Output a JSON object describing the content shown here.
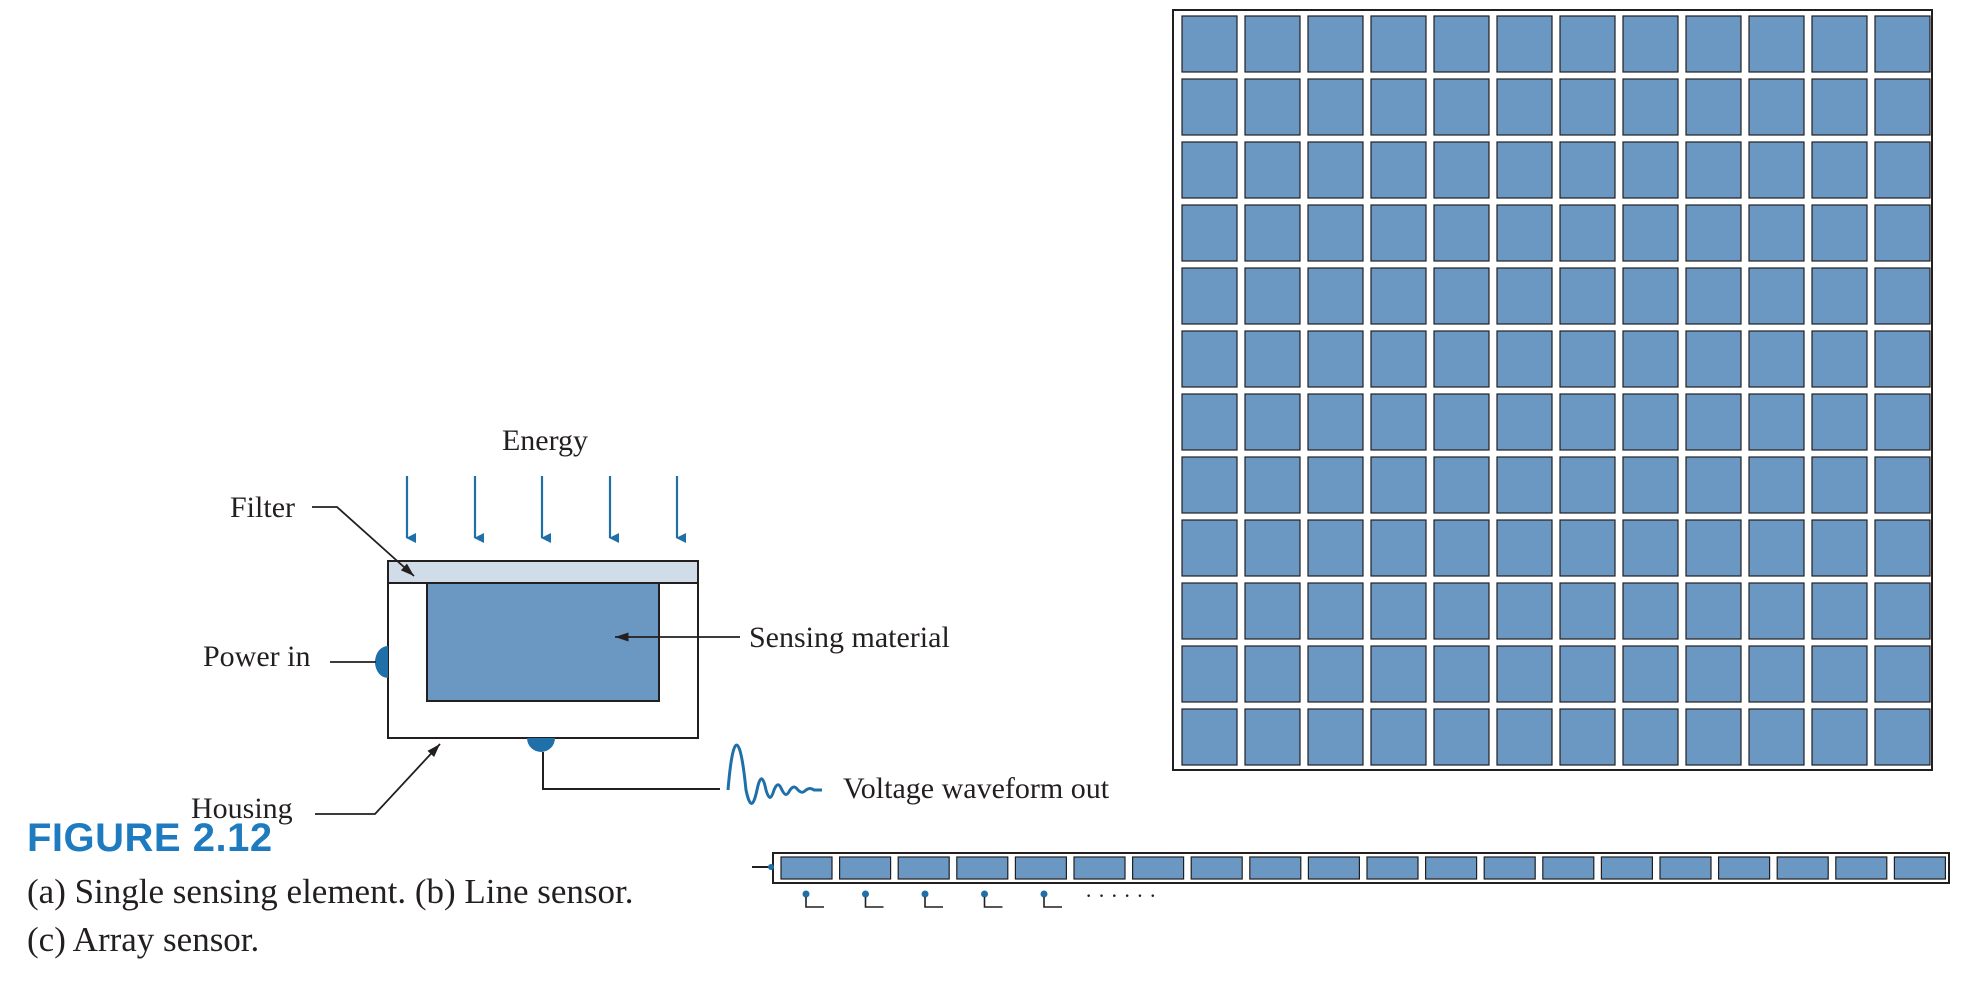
{
  "figure": {
    "number": "FIGURE 2.12",
    "caption_line1": "(a) Single sensing element. (b) Line sensor.",
    "caption_line2": "(c) Array sensor."
  },
  "single_element": {
    "energy_label": "Energy",
    "filter_label": "Filter",
    "power_label": "Power in",
    "sensing_label": "Sensing material",
    "housing_label": "Housing",
    "voltage_label": "Voltage waveform out"
  },
  "line_sensor": {
    "element_count": 20,
    "continuation": "· · · · · ·"
  },
  "array_sensor": {
    "rows": 12,
    "cols": 12
  },
  "colors": {
    "cell_fill": "#6a98c3",
    "filter_fill": "#d0dce8",
    "arrow_blue": "#1f6fa8",
    "line_dark": "#231f20"
  }
}
